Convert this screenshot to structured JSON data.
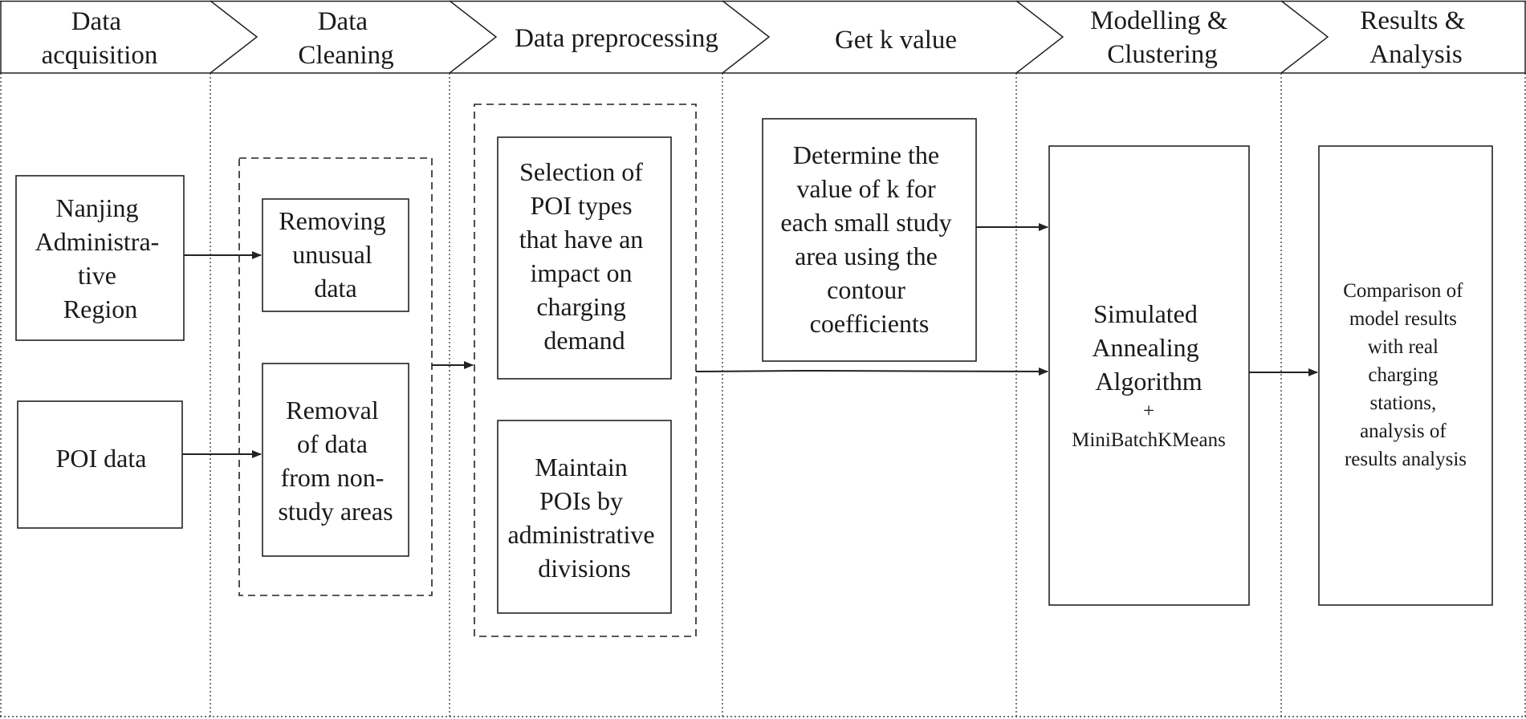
{
  "headers": {
    "data_acquisition": [
      "Data",
      "acquisition"
    ],
    "data_cleaning": [
      "Data",
      "Cleaning"
    ],
    "data_preprocessing": [
      "Data preprocessing"
    ],
    "get_k_value": [
      "Get k value"
    ],
    "modelling_clustering": [
      "Modelling &",
      "Clustering"
    ],
    "results_analysis": [
      "Results &",
      "Analysis"
    ]
  },
  "boxes": {
    "nanjing_region": [
      "Nanjing",
      "Administra-",
      "tive",
      "Region"
    ],
    "poi_data": [
      "POI data"
    ],
    "removing_unusual": [
      "Removing",
      "unusual",
      "data"
    ],
    "removal_non_study": [
      "Removal",
      "of data",
      "from non-",
      "study areas"
    ],
    "selection_poi_types": [
      "Selection of",
      "POI types",
      "that have an",
      "impact on",
      "charging",
      "demand"
    ],
    "maintain_pois": [
      "Maintain",
      "POIs by",
      "administrative",
      "divisions"
    ],
    "determine_k": [
      "Determine the",
      "value of k for",
      "each small study",
      "area using the",
      "contour",
      "coefficients"
    ],
    "simulated_annealing": [
      "Simulated",
      "Annealing",
      "Algorithm"
    ],
    "plus": "+",
    "minibatch": "MiniBatchKMeans",
    "comparison": [
      "Comparison of",
      "model results",
      "with real",
      "charging",
      "stations,",
      "analysis of",
      "results analysis"
    ]
  }
}
